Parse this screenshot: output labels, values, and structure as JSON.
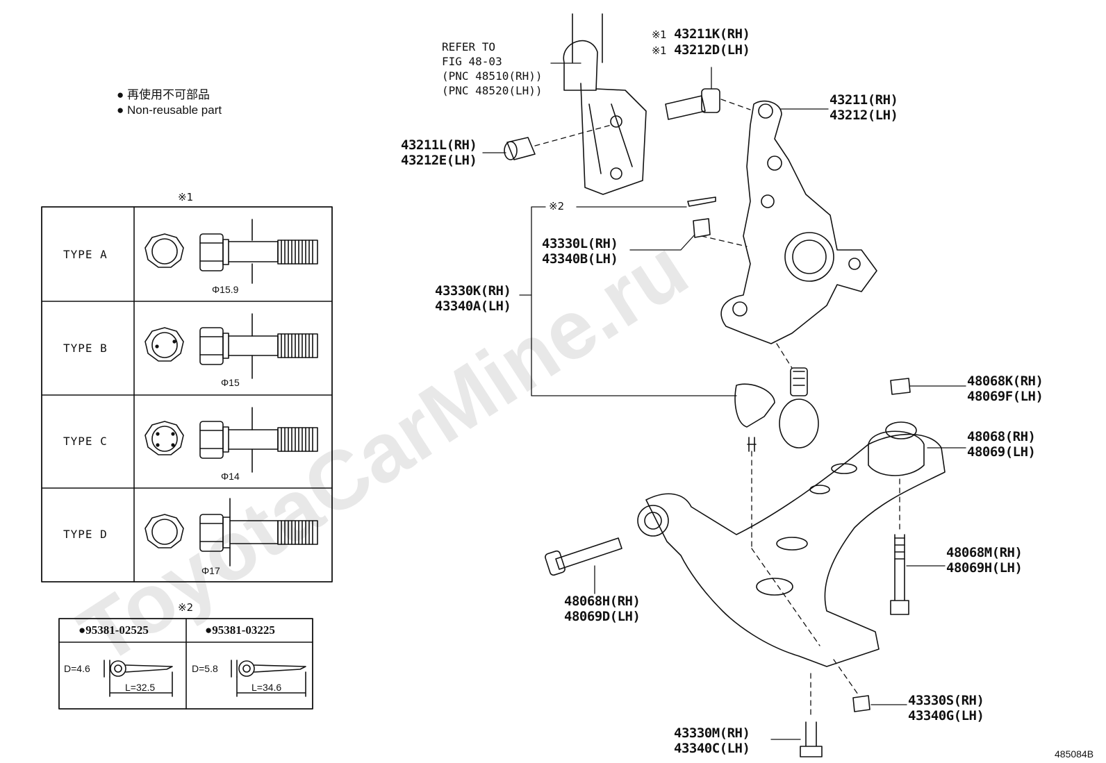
{
  "legend": {
    "bullet_jp": "再使用不可部品",
    "bullet_en": "Non-reusable part"
  },
  "watermark": "ToyotaCarMine.ru",
  "bolt_table": {
    "marker": "※1",
    "rows": [
      {
        "type": "TYPE  A",
        "diameter": "Φ15.9"
      },
      {
        "type": "TYPE  B",
        "diameter": "Φ15"
      },
      {
        "type": "TYPE  C",
        "diameter": "Φ14"
      },
      {
        "type": "TYPE  D",
        "diameter": "Φ17"
      }
    ]
  },
  "cotter_table": {
    "marker": "※2",
    "cols": [
      {
        "part": "●95381-02525",
        "d": "D=4.6",
        "l": "L=32.5"
      },
      {
        "part": "●95381-03225",
        "d": "D=5.8",
        "l": "L=34.6"
      }
    ]
  },
  "refer": {
    "l1": "REFER TO",
    "l2": "FIG 48-03",
    "l3": "(PNC 48510(RH))",
    "l4": "(PNC 48520(LH))"
  },
  "parts": {
    "bolt_k": {
      "mark1": "※1",
      "rh": "43211K(RH)",
      "mark2": "※1",
      "lh": "43212D(LH)"
    },
    "knuckle": {
      "rh": "43211(RH)",
      "lh": "43212(LH)"
    },
    "nut_l": {
      "rh": "43211L(RH)",
      "lh": "43212E(LH)"
    },
    "cotter_mark": "※2",
    "nut_330l": {
      "rh": "43330L(RH)",
      "lh": "43340B(LH)"
    },
    "ball_joint": {
      "rh": "43330K(RH)",
      "lh": "43340A(LH)"
    },
    "nut_068k": {
      "rh": "48068K(RH)",
      "lh": "48069F(LH)"
    },
    "arm": {
      "rh": "48068(RH)",
      "lh": "48069(LH)"
    },
    "bolt_068m": {
      "rh": "48068M(RH)",
      "lh": "48069H(LH)"
    },
    "bolt_068h": {
      "rh": "48068H(RH)",
      "lh": "48069D(LH)"
    },
    "nut_330s": {
      "rh": "43330S(RH)",
      "lh": "43340G(LH)"
    },
    "bolt_330m": {
      "rh": "43330M(RH)",
      "lh": "43340C(LH)"
    }
  },
  "figure_id": "485084B"
}
